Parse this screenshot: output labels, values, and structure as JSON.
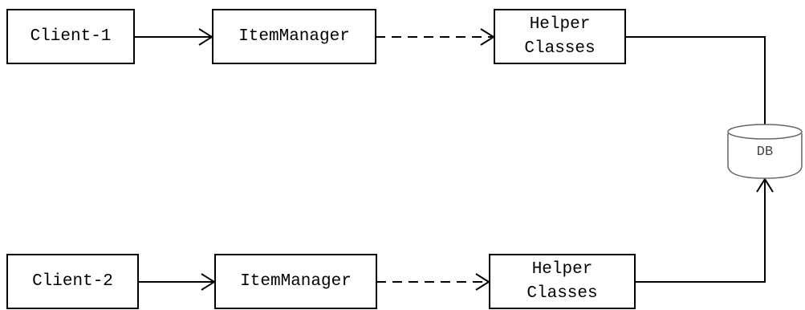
{
  "diagram": {
    "nodes": {
      "client1": "Client-1",
      "manager1": "ItemManager",
      "helper1": "Helper\nClasses",
      "client2": "Client-2",
      "manager2": "ItemManager",
      "helper2": "Helper\nClasses",
      "db": "DB"
    }
  }
}
